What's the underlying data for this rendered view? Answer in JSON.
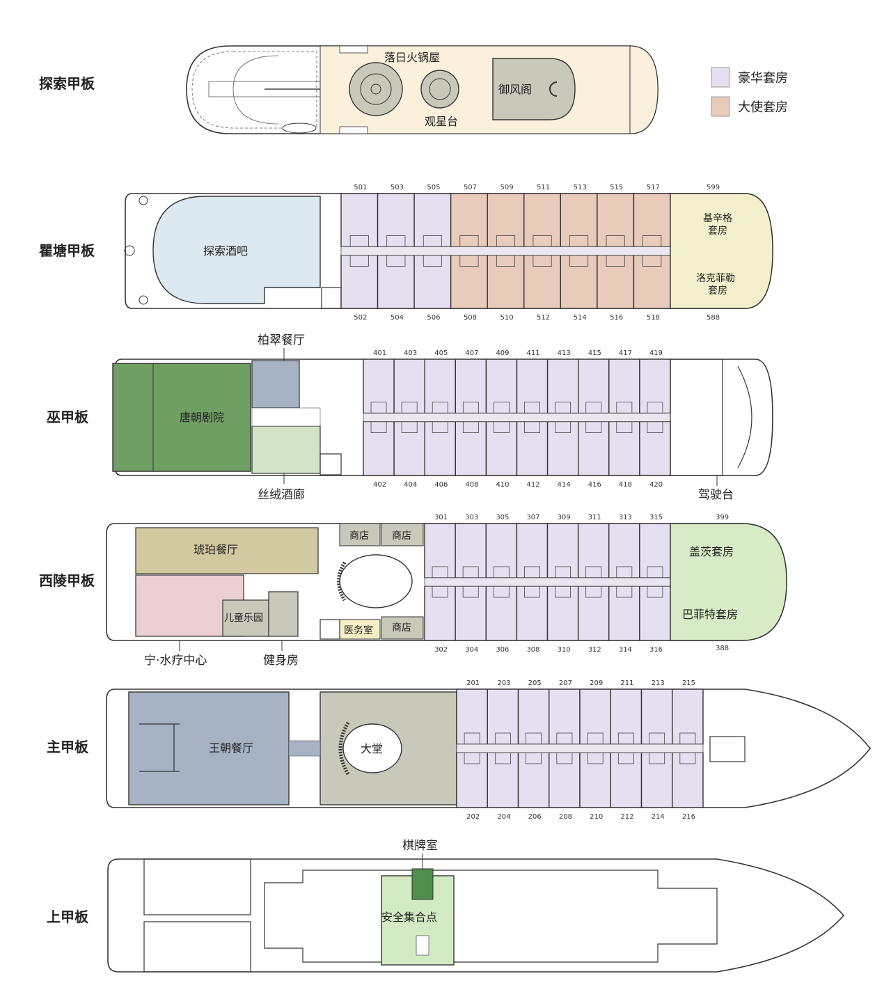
{
  "colors": {
    "deluxe": "#e6dff0",
    "ambassador": "#e8cbbb",
    "explore_deck": "#faf0dc",
    "gray_room": "#c8c8bb",
    "bar": "#dde9f0",
    "theater": "#6f9f62",
    "blue_gray": "#a7b3c5",
    "light_green": "#d2e3c8",
    "olive": "#d2c9a0",
    "pink": "#ead0d2",
    "suite_green": "#d6ebc6",
    "yellow_suite": "#f3efcc",
    "clinic": "#f8eec6",
    "assembly": "#d3ebc4",
    "card_room": "#4f8f4b"
  },
  "legend": [
    {
      "key": "deluxe",
      "label": "豪华套房"
    },
    {
      "key": "ambassador",
      "label": "大使套房"
    }
  ],
  "decks": [
    {
      "id": "explore",
      "name": "探索甲板"
    },
    {
      "id": "qutang",
      "name": "瞿塘甲板"
    },
    {
      "id": "wu",
      "name": "巫甲板"
    },
    {
      "id": "xiling",
      "name": "西陵甲板"
    },
    {
      "id": "main",
      "name": "主甲板"
    },
    {
      "id": "upper",
      "name": "上甲板"
    }
  ],
  "rooms": {
    "hotpot": "落日火锅屋",
    "stargazing": "观星台",
    "yufeng": "御风阁",
    "explore_bar": "探索酒吧",
    "kissinger_1": "基辛格",
    "kissinger_2": "套房",
    "rockefeller_1": "洛克菲勒",
    "rockefeller_2": "套房",
    "baicui": "柏翠餐厅",
    "tang_theater": "唐朝剧院",
    "velvet": "丝绒酒廊",
    "bridge": "驾驶台",
    "amber": "琥珀餐厅",
    "shop_1": "商店",
    "shop_2": "商店",
    "shop_3": "商店",
    "clinic": "医务室",
    "kids": "儿童乐园",
    "spa": "宁·水疗中心",
    "gym": "健身房",
    "gates": "盖茨套房",
    "buffett": "巴菲特套房",
    "dynasty": "王朝餐厅",
    "lobby": "大堂",
    "card_room": "棋牌室",
    "assembly": "安全集合点"
  },
  "cabins": {
    "qutang_top": [
      "501",
      "503",
      "505",
      "507",
      "509",
      "511",
      "513",
      "515",
      "517"
    ],
    "qutang_bottom": [
      "502",
      "504",
      "506",
      "508",
      "510",
      "512",
      "514",
      "516",
      "518"
    ],
    "qutang_types": [
      "deluxe",
      "deluxe",
      "deluxe",
      "ambassador",
      "ambassador",
      "ambassador",
      "ambassador",
      "ambassador",
      "ambassador"
    ],
    "qutang_suite_top": "599",
    "qutang_suite_bottom": "588",
    "wu_top": [
      "401",
      "403",
      "405",
      "407",
      "409",
      "411",
      "413",
      "415",
      "417",
      "419"
    ],
    "wu_bottom": [
      "402",
      "404",
      "406",
      "408",
      "410",
      "412",
      "414",
      "416",
      "418",
      "420"
    ],
    "xiling_top": [
      "301",
      "303",
      "305",
      "307",
      "309",
      "311",
      "313",
      "315"
    ],
    "xiling_bottom": [
      "302",
      "304",
      "306",
      "308",
      "310",
      "312",
      "314",
      "316"
    ],
    "xiling_suite_top": "399",
    "xiling_suite_bottom": "388",
    "main_top": [
      "201",
      "203",
      "205",
      "207",
      "209",
      "211",
      "213",
      "215"
    ],
    "main_bottom": [
      "202",
      "204",
      "206",
      "208",
      "210",
      "212",
      "214",
      "216"
    ]
  }
}
